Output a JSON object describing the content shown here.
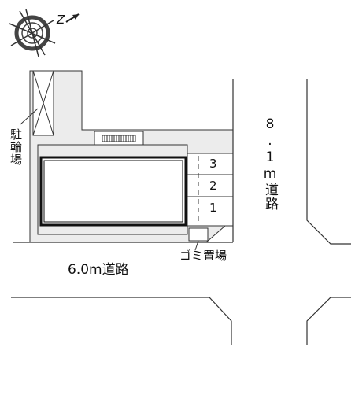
{
  "compass": {
    "symbol": "north-arrow-icon",
    "letter": "Z"
  },
  "labels": {
    "bicycle_parking": "駐輪場",
    "road_right": "8.1m道路",
    "road_bottom": "6.0m道路",
    "garbage": "ゴミ置場"
  },
  "parking_spaces": [
    "3",
    "2",
    "1"
  ],
  "colors": {
    "lot_fill": "#ececec",
    "line": "#222222",
    "building_fill": "#ffffff"
  }
}
